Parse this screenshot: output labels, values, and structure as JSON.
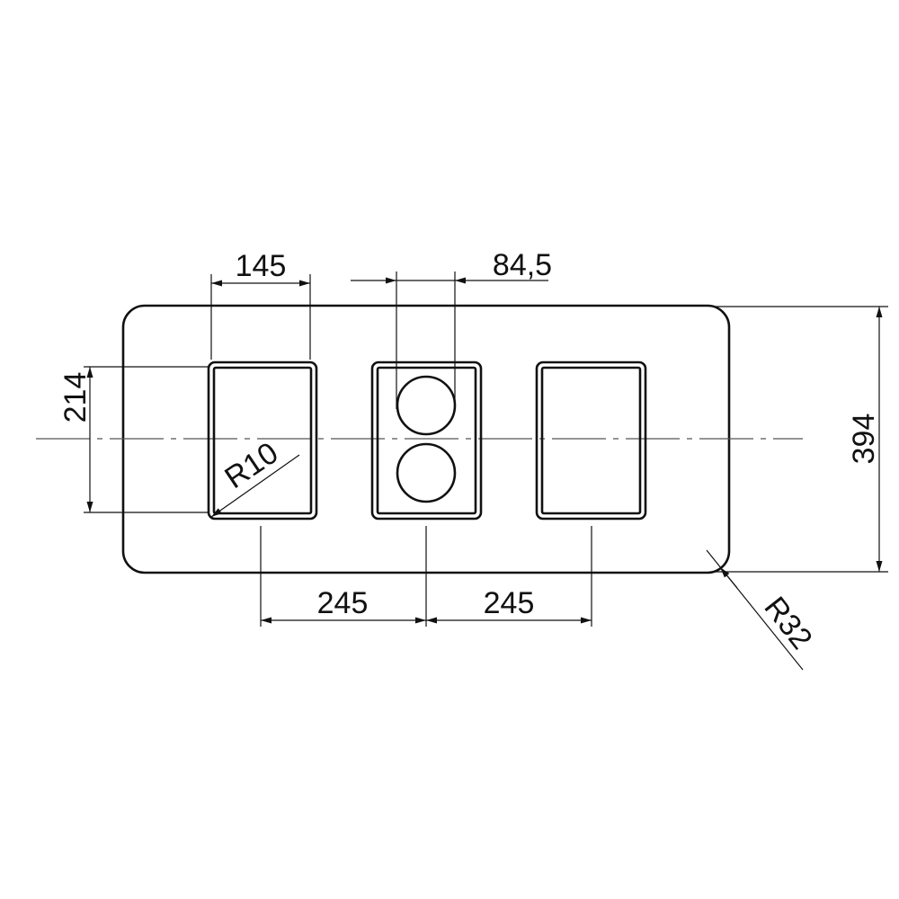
{
  "drawing": {
    "dimensions": {
      "cutout_width": "145",
      "circle_spacing": "84,5",
      "cutout_height": "214",
      "plate_height": "394",
      "cutout_pitch_1": "245",
      "cutout_pitch_2": "245",
      "cutout_corner_radius": "R10",
      "plate_corner_radius": "R32"
    }
  }
}
